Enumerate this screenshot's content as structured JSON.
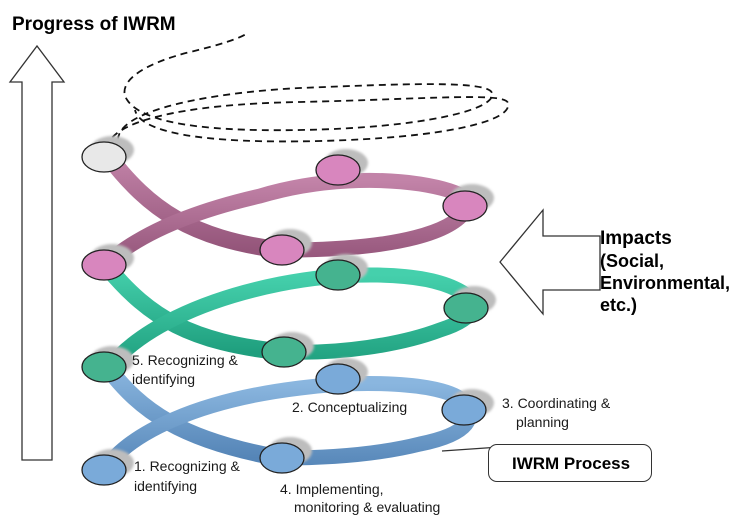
{
  "title": "Progress of IWRM",
  "impacts": {
    "line1": "Impacts",
    "line2": "(Social,",
    "line3": "Environmental,",
    "line4": "etc.)"
  },
  "process_callout": "IWRM Process",
  "steps": {
    "s1_line1": "1. Recognizing &",
    "s1_line2": "identifying",
    "s2": "2. Conceptualizing",
    "s3_line1": "3. Coordinating &",
    "s3_line2": "planning",
    "s4_line1": "4. Implementing,",
    "s4_line2": "monitoring & evaluating",
    "s5_line1": "5. Recognizing &",
    "s5_line2": "identifying"
  },
  "colors": {
    "ring_blue": "#6f9fcf",
    "ring_teal": "#2fbf9c",
    "ring_pink": "#b06e96",
    "node_blue": "#79a8d8",
    "node_teal": "#43b28e",
    "node_pink": "#d784bd",
    "node_white": "#e4e4e4"
  }
}
